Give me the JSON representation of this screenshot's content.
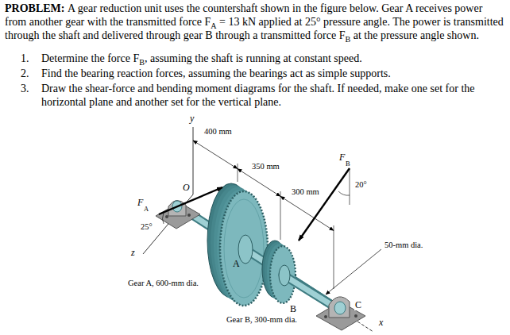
{
  "diagram": {
    "labels": [
      "PROBLEM:",
      "A gear reduction unit uses the countershaft shown in the figure below. Gear A receives power from another gear with the transmitted force F",
      "A",
      "= 13 kN applied at 25° pressure angle. The power is transmitted through the shaft and delivered through gear B through a transmitted force F",
      "B",
      "at the pressure angle shown.",
      "1.",
      "Determine the force F",
      "B",
      ", assuming the shaft is running at constant speed.",
      "2.",
      "Find the bearing reaction forces, assuming the bearings act as simple supports.",
      "3.",
      "Draw the shear-force and bending moment diagrams for the shaft. If needed, make one set for the horizontal plane and another set for the vertical plane.",
      "y",
      "400 mm",
      "350 mm",
      "300 mm",
      "F",
      "B",
      "20°",
      "O",
      "F",
      "A",
      "25°",
      "z",
      "A",
      "50-mm dia.",
      "Gear A, 600-mm dia.",
      "B",
      "Gear B, 300-mm dia.",
      "C",
      "x"
    ]
  }
}
